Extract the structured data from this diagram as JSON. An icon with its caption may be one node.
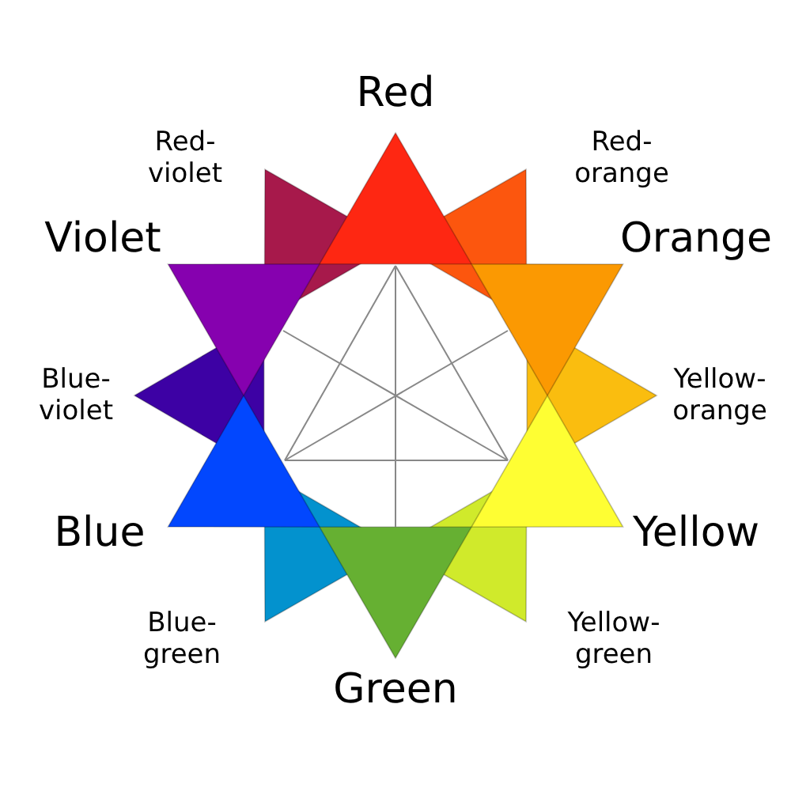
{
  "diagram": {
    "nodes": [
      {
        "text": [
          "Red"
        ]
      },
      {
        "text": [
          "Red- orange"
        ]
      },
      {
        "text": [
          "Orange"
        ]
      },
      {
        "text": [
          "Yellow- orange"
        ]
      },
      {
        "text": [
          "Yellow"
        ]
      },
      {
        "text": [
          "Yellow- green"
        ]
      },
      {
        "text": [
          "Green"
        ]
      },
      {
        "text": [
          "Blue- green"
        ]
      },
      {
        "text": [
          "Blue"
        ]
      },
      {
        "text": [
          "Blue- violet"
        ]
      },
      {
        "text": [
          "Violet"
        ]
      },
      {
        "text": [
          "Red- violet"
        ]
      }
    ]
  }
}
